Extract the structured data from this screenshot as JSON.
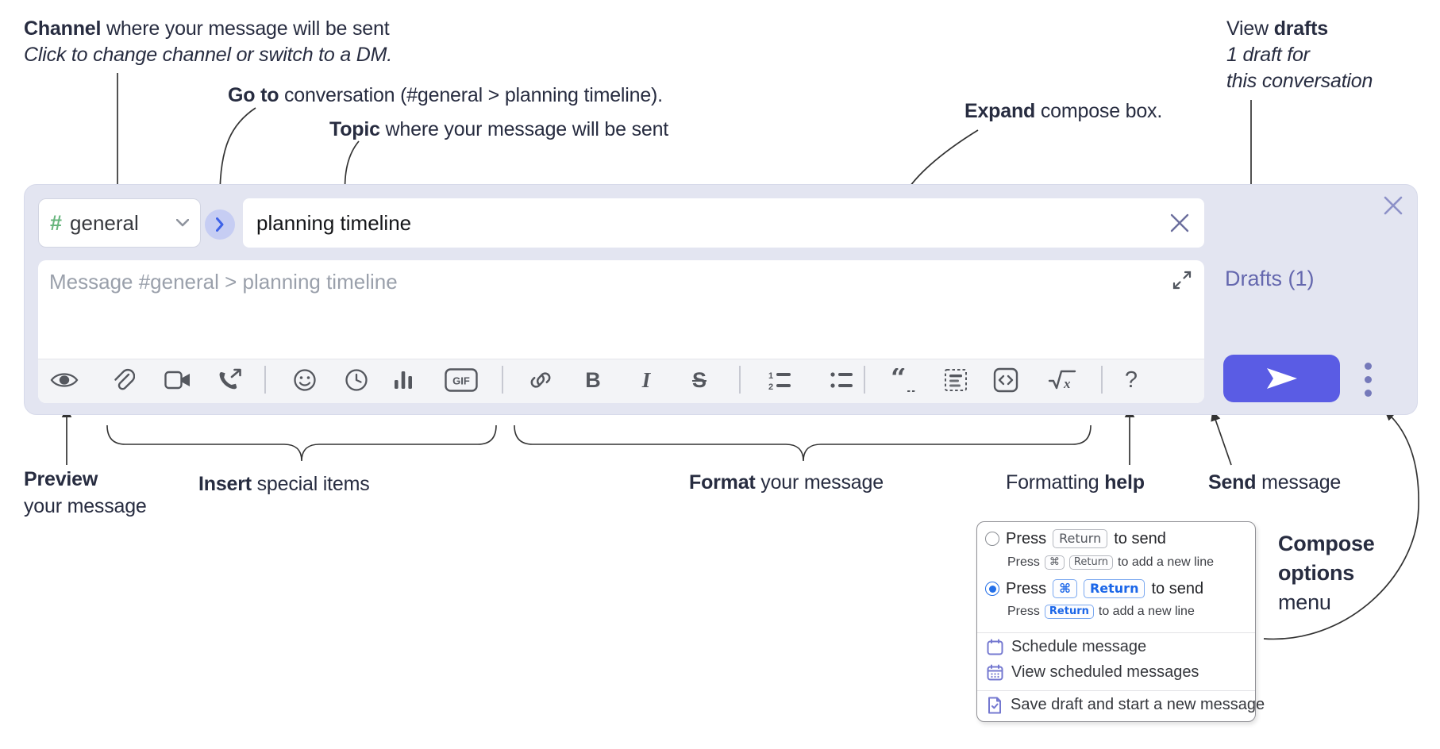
{
  "annotations": {
    "channel": {
      "bold": "Channel",
      "rest": " where your message will be sent",
      "sub": "Click to change channel or switch to a DM."
    },
    "goto": {
      "bold": "Go to",
      "rest": " conversation (#general > planning timeline)."
    },
    "topic": {
      "bold": "Topic",
      "rest": " where your message will be sent"
    },
    "expand": {
      "bold": "Expand",
      "rest": " compose box."
    },
    "drafts": {
      "pre": "View ",
      "bold": "drafts",
      "line2": "1 draft for",
      "line3": "this conversation"
    },
    "preview": {
      "bold": "Preview",
      "line2": "your message"
    },
    "insert": {
      "bold": "Insert",
      "rest": " special items"
    },
    "format": {
      "bold": "Format",
      "rest": " your message"
    },
    "formatting_help": {
      "pre": "Formatting ",
      "bold": "help"
    },
    "send": {
      "bold": "Send",
      "rest": " message"
    },
    "compose_options": {
      "line1": "Compose",
      "line2": "options",
      "line3": "menu"
    }
  },
  "compose": {
    "channel_hash": "#",
    "channel_name": "general",
    "topic_value": "planning timeline",
    "message_placeholder": "Message #general > planning timeline",
    "drafts_link": "Drafts (1)",
    "gif_label": "GIF"
  },
  "toolbar": {
    "icons": [
      "preview-eye",
      "attach-paperclip",
      "video-call",
      "audio-call",
      "emoji",
      "time",
      "poll",
      "gif",
      "link",
      "bold",
      "italic",
      "strikethrough",
      "numbered-list",
      "bulleted-list",
      "quote",
      "spoiler",
      "code",
      "math",
      "help"
    ]
  },
  "popup": {
    "option_return": {
      "press": "Press",
      "key": "Return",
      "suffix": "to send",
      "selected": false,
      "sub_press": "Press",
      "sub_key1": "⌘",
      "sub_key2": "Return",
      "sub_suffix": "to add a new line"
    },
    "option_cmd_return": {
      "press": "Press",
      "key1": "⌘",
      "key2": "Return",
      "suffix": "to send",
      "selected": true,
      "sub_press": "Press",
      "sub_key": "Return",
      "sub_suffix": "to add a new line"
    },
    "items": [
      {
        "label": "Schedule message"
      },
      {
        "label": "View scheduled messages"
      },
      {
        "label": "Save draft and start a new message"
      }
    ]
  },
  "colors": {
    "compose_bg": "#e3e5f1",
    "send_button": "#5a5ce4",
    "drafts_link": "#6467ae",
    "channel_hash_green": "#67b57d",
    "goto_chevron_blue": "#3e62e8",
    "selected_radio_blue": "#2470e8",
    "icon_gray": "#54575e",
    "annotation_text": "#272c40"
  }
}
